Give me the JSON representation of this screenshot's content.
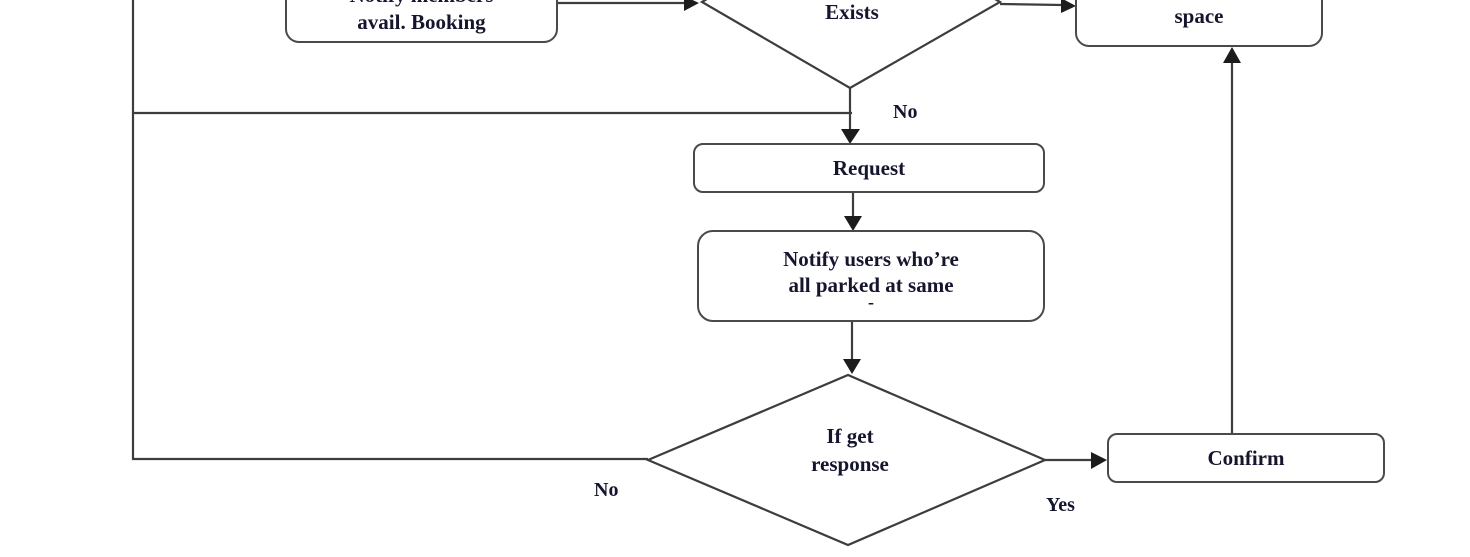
{
  "figure": {
    "type": "flowchart",
    "background": "#ffffff",
    "line_color": "#3d3d3d",
    "arrow_color": "#1c1c1c",
    "box_border_color": "#4a4a4a",
    "text_color": "#15152e",
    "nodes": {
      "booking": {
        "line1": "Notify members",
        "line2": "avail. Booking"
      },
      "exists": {
        "label": "Exists"
      },
      "space": {
        "label": "space"
      },
      "request": {
        "label": "Request"
      },
      "notify": {
        "line1": "Notify users who’re",
        "line2": "all parked at same",
        "line3": "-"
      },
      "response": {
        "line1": "If get",
        "line2": "response"
      },
      "confirm": {
        "label": "Confirm"
      }
    },
    "edge_labels": {
      "no_top": "No",
      "no_bottom": "No",
      "yes": "Yes"
    }
  }
}
